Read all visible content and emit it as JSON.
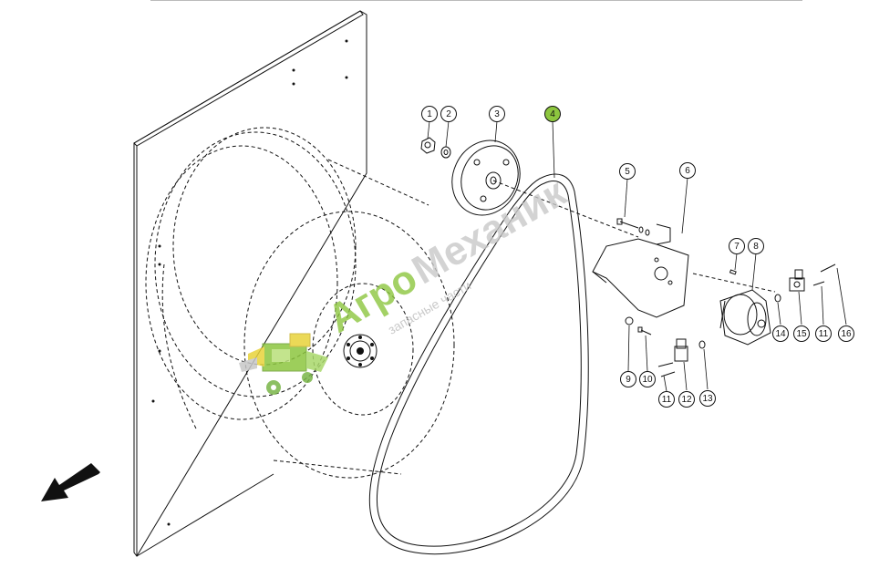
{
  "callouts": [
    {
      "n": "1"
    },
    {
      "n": "2"
    },
    {
      "n": "3"
    },
    {
      "n": "4",
      "highlight": true
    },
    {
      "n": "5"
    },
    {
      "n": "6"
    },
    {
      "n": "7"
    },
    {
      "n": "8"
    },
    {
      "n": "9"
    },
    {
      "n": "10"
    },
    {
      "n": "11"
    },
    {
      "n": "12"
    },
    {
      "n": "13"
    },
    {
      "n": "14"
    },
    {
      "n": "15"
    },
    {
      "n": "11"
    },
    {
      "n": "16"
    }
  ],
  "watermark": {
    "brand_part1": "Агро",
    "brand_part2": "Механик",
    "tagline": "запасные части"
  },
  "colors": {
    "highlight": "#8dc63f",
    "brand_green": "#7ab648",
    "brand_yellow": "#e8d33a"
  },
  "icons": {
    "direction_arrow": "arrow-down-left-icon",
    "logo": "combine-harvester-icon"
  }
}
